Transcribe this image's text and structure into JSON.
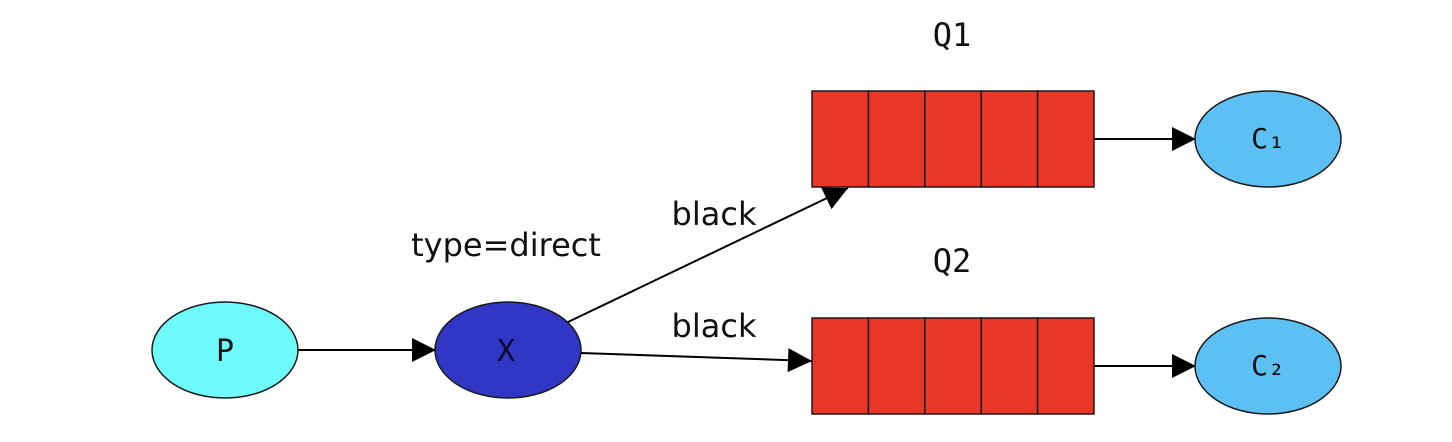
{
  "nodes": {
    "producer": {
      "label": "P",
      "fill": "#6ffbfb"
    },
    "exchange": {
      "label": "X",
      "fill": "#3236c4",
      "type_label": "type=direct"
    },
    "queue1": {
      "label": "Q1",
      "fill": "#ea3626",
      "slots": 5
    },
    "queue2": {
      "label": "Q2",
      "fill": "#ea3626",
      "slots": 5
    },
    "consumer1": {
      "label": "C₁",
      "fill": "#5cc0f4"
    },
    "consumer2": {
      "label": "C₂",
      "fill": "#5cc0f4"
    }
  },
  "bindings": {
    "to_q1": {
      "routing_key": "black"
    },
    "to_q2": {
      "routing_key": "black"
    }
  },
  "colors": {
    "stroke": "#1a1a1a",
    "arrow": "#000000",
    "text": "#111111"
  }
}
